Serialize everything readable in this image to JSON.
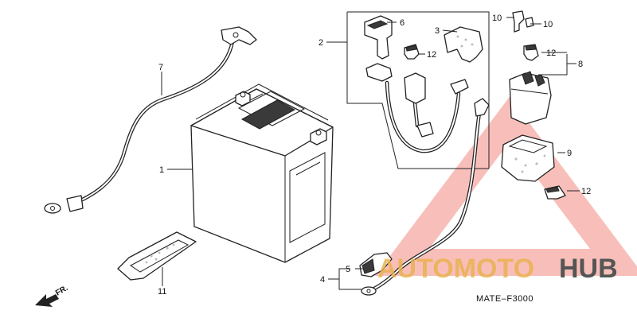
{
  "diagram_code": "MATE–F3000",
  "direction_label": "FR.",
  "watermark": {
    "part1": "AUTOMOTO",
    "part2": "HUB",
    "accent_color": "#f28b82",
    "gold_color": "#e8b04b",
    "dark_color": "#555555"
  },
  "callouts": [
    {
      "id": "c1",
      "text": "1"
    },
    {
      "id": "c2",
      "text": "2"
    },
    {
      "id": "c3",
      "text": "3"
    },
    {
      "id": "c4",
      "text": "4"
    },
    {
      "id": "c5",
      "text": "5"
    },
    {
      "id": "c6",
      "text": "6"
    },
    {
      "id": "c7",
      "text": "7"
    },
    {
      "id": "c8",
      "text": "8"
    },
    {
      "id": "c9",
      "text": "9"
    },
    {
      "id": "c10a",
      "text": "10"
    },
    {
      "id": "c10b",
      "text": "10"
    },
    {
      "id": "c11",
      "text": "11"
    },
    {
      "id": "c12a",
      "text": "12"
    },
    {
      "id": "c12b",
      "text": "12"
    },
    {
      "id": "c12c",
      "text": "12"
    }
  ]
}
